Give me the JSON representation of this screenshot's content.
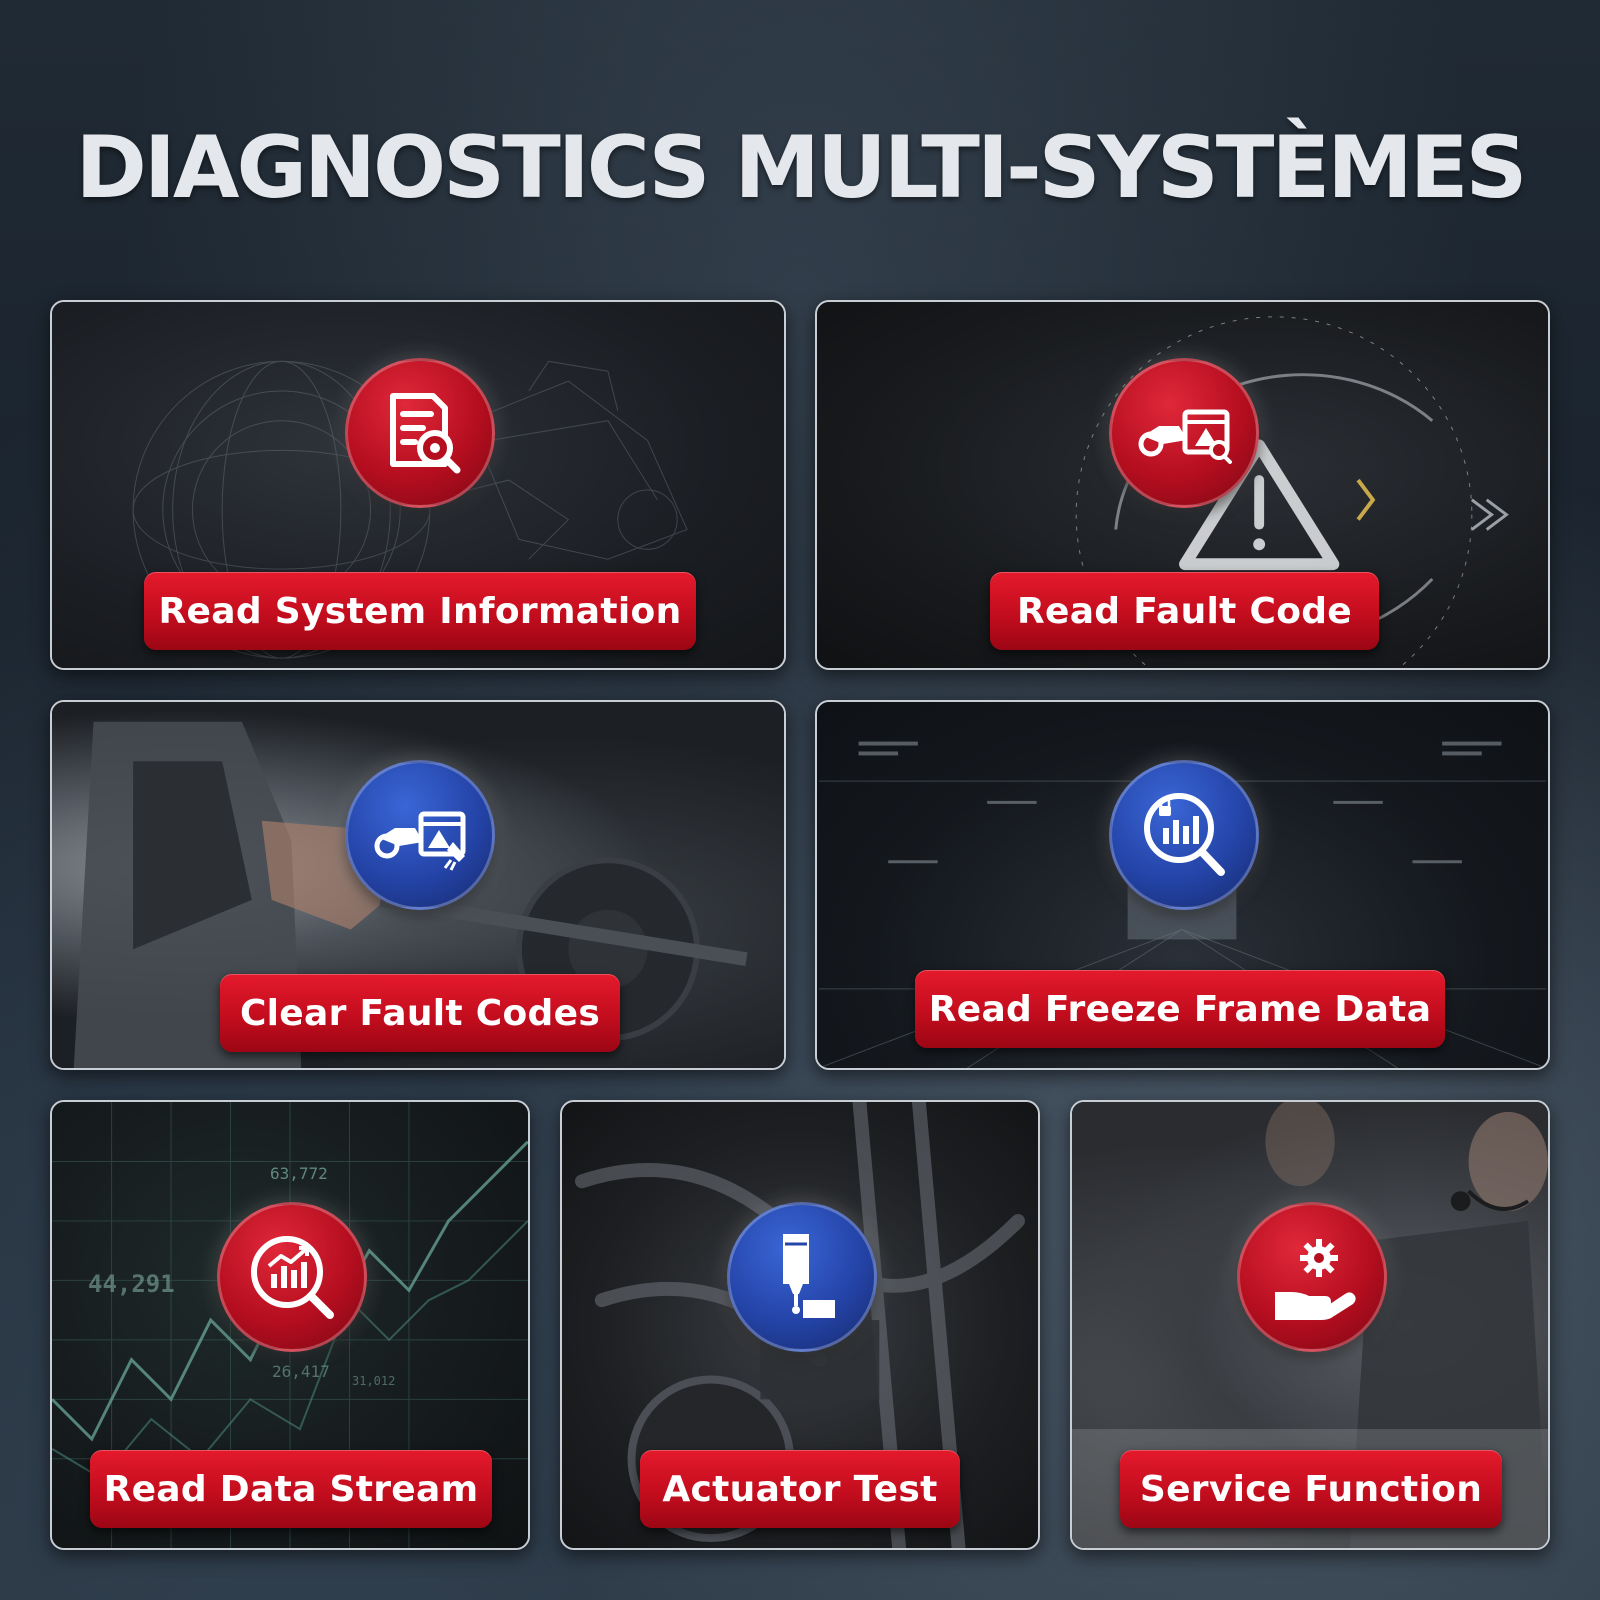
{
  "title": "DIAGNOSTICS MULTI-SYSTÈMES",
  "cards": [
    {
      "label": "Read System Information",
      "icon": "document-search-icon",
      "icon_color": "#c5101f"
    },
    {
      "label": "Read Fault Code",
      "icon": "motorcycle-warning-icon",
      "icon_color": "#c5101f"
    },
    {
      "label": "Clear Fault Codes",
      "icon": "motorcycle-clear-icon",
      "icon_color": "#2a4bb0"
    },
    {
      "label": "Read Freeze Frame Data",
      "icon": "chart-lock-search-icon",
      "icon_color": "#2a4bb0"
    },
    {
      "label": "Read Data Stream",
      "icon": "chart-search-icon",
      "icon_color": "#c5101f"
    },
    {
      "label": "Actuator Test",
      "icon": "actuator-icon",
      "icon_color": "#2a4bb0"
    },
    {
      "label": "Service Function",
      "icon": "hand-gear-icon",
      "icon_color": "#c5101f"
    }
  ],
  "data_stream_values": [
    "63,772",
    "44,291",
    "26,417",
    "31,012"
  ],
  "colors": {
    "accent_red": "#d3142a",
    "accent_blue": "#2a4bb0",
    "title": "#e4e8ec"
  }
}
